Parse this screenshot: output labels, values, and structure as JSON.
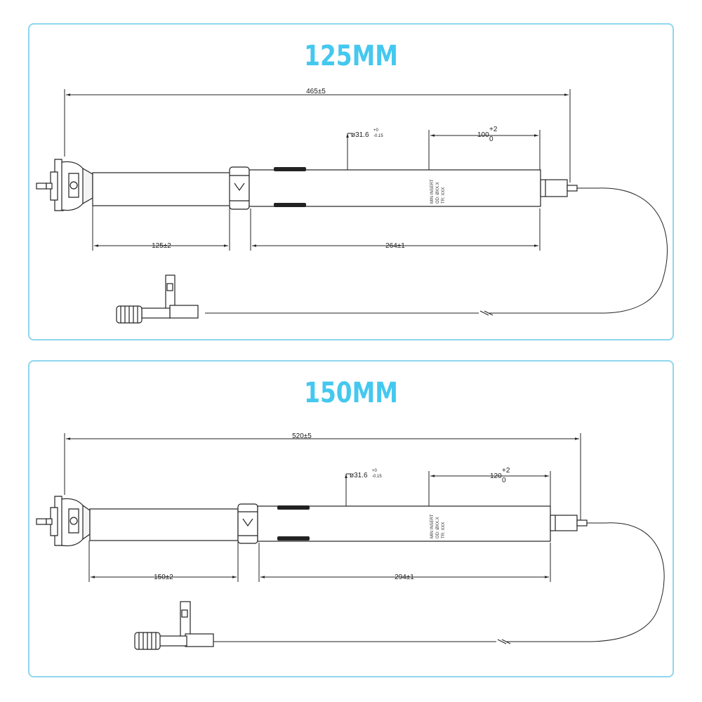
{
  "panels": [
    {
      "title": "125MM",
      "overall_length": "465±5",
      "diameter": "ø31.6",
      "diameter_tol_upper": "+0",
      "diameter_tol_lower": "-0.15",
      "insert_depth": "100",
      "insert_tol_upper": "+2",
      "insert_tol_lower": "0",
      "travel": "125±2",
      "tube_length": "264±1",
      "tube_text": [
        "MIN INSERT",
        "OD: ØXX.X",
        "TR: XXX"
      ]
    },
    {
      "title": "150MM",
      "overall_length": "520±5",
      "diameter": "ø31.6",
      "diameter_tol_upper": "+0",
      "diameter_tol_lower": "-0.15",
      "insert_depth": "120",
      "insert_tol_upper": "+2",
      "insert_tol_lower": "0",
      "travel": "150±2",
      "tube_length": "294±1",
      "tube_text": [
        "MIN INSERT",
        "OD: ØXX.X",
        "TR: XXX"
      ]
    }
  ]
}
